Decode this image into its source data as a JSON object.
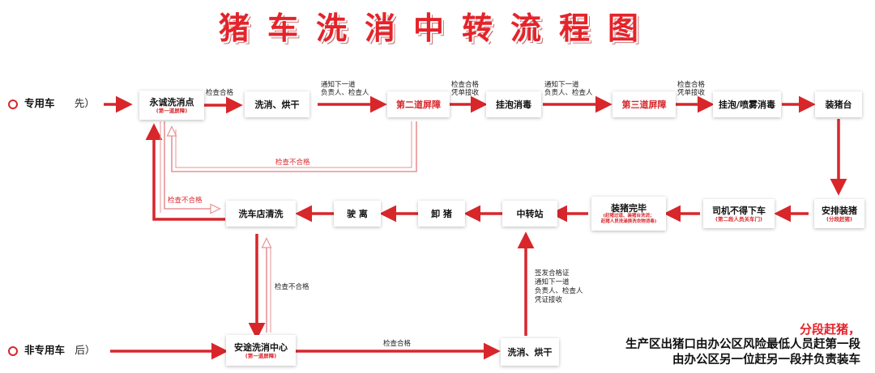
{
  "title": "猪车洗消中转流程图",
  "lanes": {
    "top": {
      "name": "专用车",
      "sub": "先）"
    },
    "bottom": {
      "name": "非专用车",
      "sub": "后）"
    }
  },
  "boxes": {
    "yongcheng": {
      "title": "永诚洗消点",
      "sub": "(第一道屏障)"
    },
    "wash1": {
      "title": "洗消、烘干"
    },
    "barrier2": {
      "title": "第二道屏障"
    },
    "foam1": {
      "title": "挂泡消毒"
    },
    "barrier3": {
      "title": "第三道屏障"
    },
    "foam2": {
      "title": "挂泡/喷雾消毒"
    },
    "loading_platform": {
      "title": "装猪台"
    },
    "arrange": {
      "title": "安排装猪",
      "sub": "(分段赶猪)"
    },
    "driver": {
      "title": "司机不得下车",
      "sub": "(第二段人员关车门)"
    },
    "load_done": {
      "title": "装猪完毕",
      "sub1": "(赶猪过道、装猪台洗消；",
      "sub2": "赶猪人员洗澡换洗衣物消毒)"
    },
    "transfer": {
      "title": "中转站"
    },
    "unload": {
      "title": "卸 猪"
    },
    "leave": {
      "title": "驶 离"
    },
    "shop": {
      "title": "洗车店清洗"
    },
    "antu": {
      "title": "安途洗消中心",
      "sub": "(第一道屏障)"
    },
    "wash2": {
      "title": "洗消、烘干"
    }
  },
  "labels": {
    "check_pass_1": "检查合格",
    "notify_a_1": "通知下一道",
    "notify_a_2": "负责人、检查人",
    "check_receipt_a_1": "检查合格",
    "check_receipt_a_2": "凭单接收",
    "notify_b_1": "通知下一道",
    "notify_b_2": "负责人、检查人",
    "check_receipt_b_1": "检查合格",
    "check_receipt_b_2": "凭单接收",
    "fail_loop": "检查不合格",
    "fail_shop": "检查不合格",
    "fail_vertical": "检查不合格",
    "check_pass_bottom": "检查合格",
    "cert_1": "签发合格证",
    "cert_2": "通知下一道",
    "cert_3": "负责人、检查人",
    "cert_4": "凭证接收"
  },
  "note": {
    "highlight": "分段赶猪，",
    "line1": "生产区出猪口由办公区风险最低人员赶第一段",
    "line2": "由办公区另一位赶另一段并负责装车"
  },
  "colors": {
    "accent": "#e5232a",
    "arrow": "#d8262b",
    "outline": "#f0a0a2",
    "text": "#111111"
  }
}
